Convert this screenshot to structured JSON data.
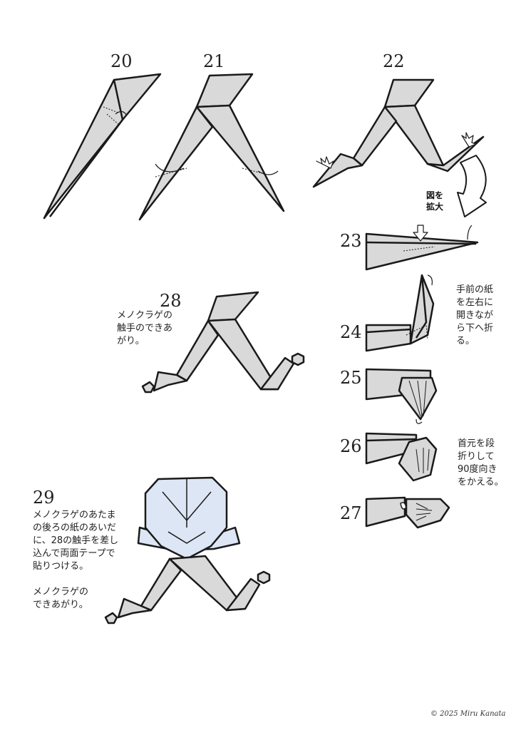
{
  "steps": {
    "s20": "20",
    "s21": "21",
    "s22": "22",
    "s23": "23",
    "s24": "24",
    "s25": "25",
    "s26": "26",
    "s27": "27",
    "s28": "28",
    "s29": "29"
  },
  "notes": {
    "zoom": "図を\n拡大",
    "step24": "手前の紙\nを左右に\n開きなが\nら下へ折\nる。",
    "step26": "首元を段\n折りして\n90度向き\nをかえる。",
    "step28": "メノクラゲの\n触手のできあ\nがり。",
    "step29": "メノクラゲのあたま\nの後ろの紙のあいだ\nに、28の触手を差し\n込んで両面テープで\n貼りつける。\n\nメノクラゲの\nできあがり。"
  },
  "copyright": "© 2025 Miru Kanata",
  "colors": {
    "paper": "#d9d9d9",
    "head": "#dde6f4",
    "stroke": "#1a1a1a"
  }
}
